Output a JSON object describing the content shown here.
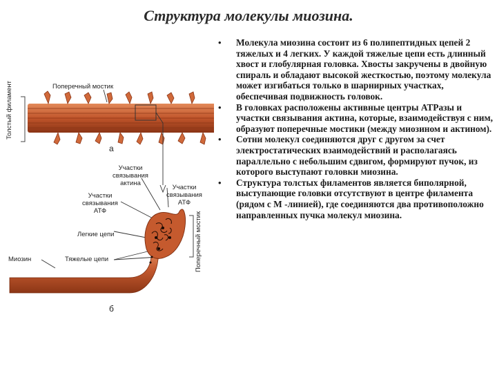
{
  "slide": {
    "title": "Структура молекулы миозина.",
    "bullets": [
      "Молекула миозина состоит из 6 полипептидных цепей 2 тяжелых и 4 легких. У каждой тяжелые цепи есть длинный хвост и глобулярная головка. Хвосты закручены в двойную спираль и обладают высокой жесткостью, поэтому молекула может изгибаться только в шарнирных участках, обеспечивая подвижность головок.",
      "В головках расположены активные центры АТРазы и участки связывания актина, которые, взаимодействуя с ним, образуют поперечные мостики (между миозином и актином).",
      "Сотни молекул соединяются друг с другом за счет электростатических взаимодействий и располагаясь параллельно с небольшим сдвигом, формируют пучок, из которого выступают головки миозина.",
      "Структура толстых филаментов является биполярной, выступающие головки отсутствуют в центре филамента (рядом с М -линией), где соединяются два противоположно направленных пучка молекул миозина."
    ]
  },
  "figure": {
    "label_thick_filament": "Толстый филамент",
    "label_cross_bridge": "Поперечный мостик",
    "label_a": "а",
    "label_actin_sites_1": "Участки связывания актина",
    "label_actin_sites_2": "Участки связывания АТФ",
    "label_atp_sites": "Участки связывания АТФ",
    "label_light_chains": "Легкие цепи",
    "label_myosin": "Миозин",
    "label_heavy_chain": "Тяжелые цепи",
    "label_cross_bridge_vertical": "Поперечный мостик",
    "label_b": "б"
  },
  "colors": {
    "filament": "#c0552b",
    "filament_dark": "#8a3415",
    "filament_light": "#e08a5c"
  }
}
